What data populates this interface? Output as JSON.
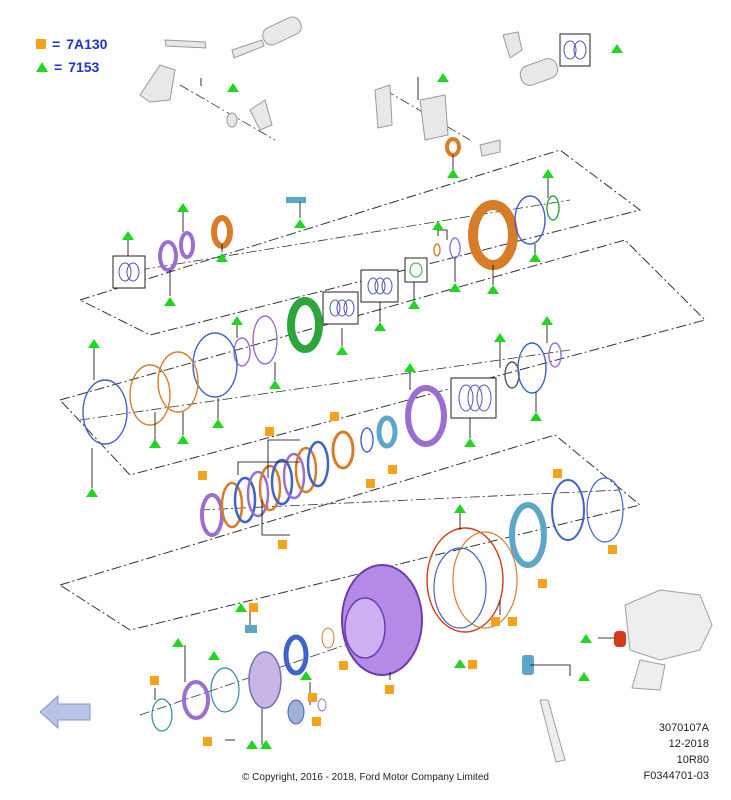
{
  "legend": {
    "square_code": "7A130",
    "triangle_code": "7153",
    "square_color": "#f7a21b",
    "triangle_color": "#21d521",
    "label_color": "#1e32d2"
  },
  "info": {
    "line1": "3070107A",
    "line2": "12-2018",
    "line3": "10R80",
    "figure_id": "F0344701-03"
  },
  "copyright": "© Copyright, 2016 - 2018, Ford Motor Company Limited",
  "colors": {
    "purple": "#9b6fd0",
    "orange": "#d77d2a",
    "blue": "#3f63c9",
    "green": "#2da53a",
    "teal": "#5da6c8",
    "red": "#d23a1a"
  }
}
